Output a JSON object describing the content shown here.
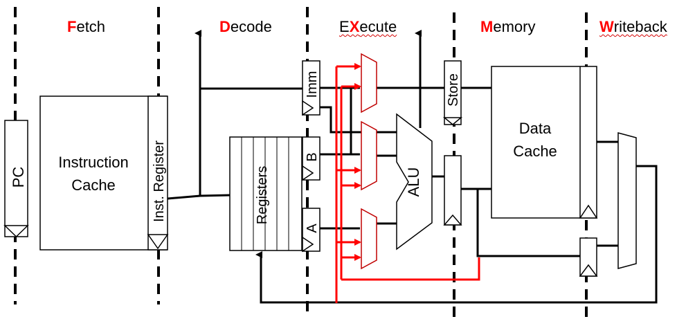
{
  "colors": {
    "accent": "#ff0000",
    "line": "#000000",
    "mux": "#c00000"
  },
  "stages": [
    {
      "first": "F",
      "rest": "etch"
    },
    {
      "first": "D",
      "rest": "ecode"
    },
    {
      "pre": "E",
      "first": "X",
      "rest": "ecute"
    },
    {
      "first": "M",
      "rest": "emory"
    },
    {
      "first": "W",
      "rest": "riteback"
    }
  ],
  "blocks": {
    "pc": "PC",
    "instruction_cache": [
      "Instruction",
      "Cache"
    ],
    "inst_register": "Inst. Register",
    "registers": "Registers",
    "imm": "Imm",
    "b": "B",
    "a": "A",
    "alu": "ALU",
    "store": "Store",
    "data_cache": [
      "Data",
      "Cache"
    ]
  }
}
